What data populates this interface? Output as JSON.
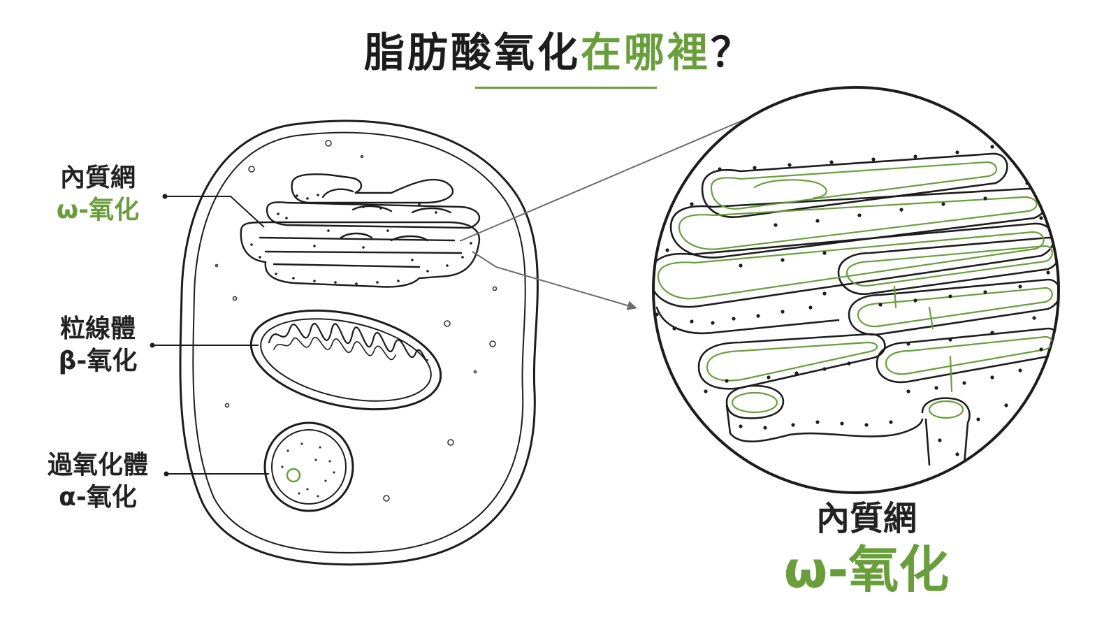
{
  "title": {
    "main": "脂肪酸氧化",
    "highlight": "在哪裡",
    "mark": "？"
  },
  "labels": {
    "er": {
      "name": "內質網",
      "oxidation": "ω-氧化"
    },
    "mitochondria": {
      "name": "粒線體",
      "oxidation": "β-氧化"
    },
    "peroxisome": {
      "name": "過氧化體",
      "oxidation": "α-氧化"
    },
    "zoom": {
      "name": "內質網",
      "oxidation": "ω-氧化"
    }
  },
  "colors": {
    "accent": "#6a9e3c",
    "ink": "#1c1c1c"
  }
}
